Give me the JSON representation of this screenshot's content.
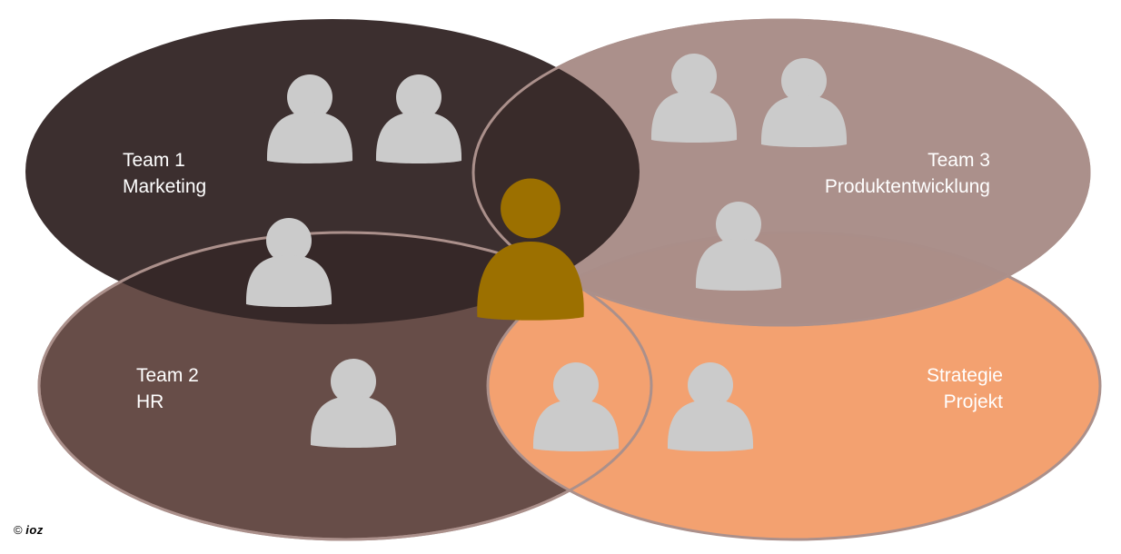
{
  "colors": {
    "team1_fill": "#342626",
    "team2_fill": "#674d48",
    "team3_fill": "#a98e89",
    "strategie_fill": "#f3a170",
    "outline": "#ab908b",
    "person_gray": "#cbcbcb",
    "person_highlight": "#9c7000",
    "label_text": "#ffffff"
  },
  "teams": {
    "team1": {
      "line1": "Team 1",
      "line2": "Marketing"
    },
    "team2": {
      "line1": "Team 2",
      "line2": "HR"
    },
    "team3": {
      "line1": "Team 3",
      "line2": "Produktentwicklung"
    },
    "strategie": {
      "line1": "Strategie",
      "line2": "Projekt"
    }
  },
  "icons": {
    "person": "person-icon",
    "highlighted_person": "highlighted-person-icon"
  },
  "footer": {
    "copyright_symbol": "©",
    "logo_text": "ioz"
  }
}
